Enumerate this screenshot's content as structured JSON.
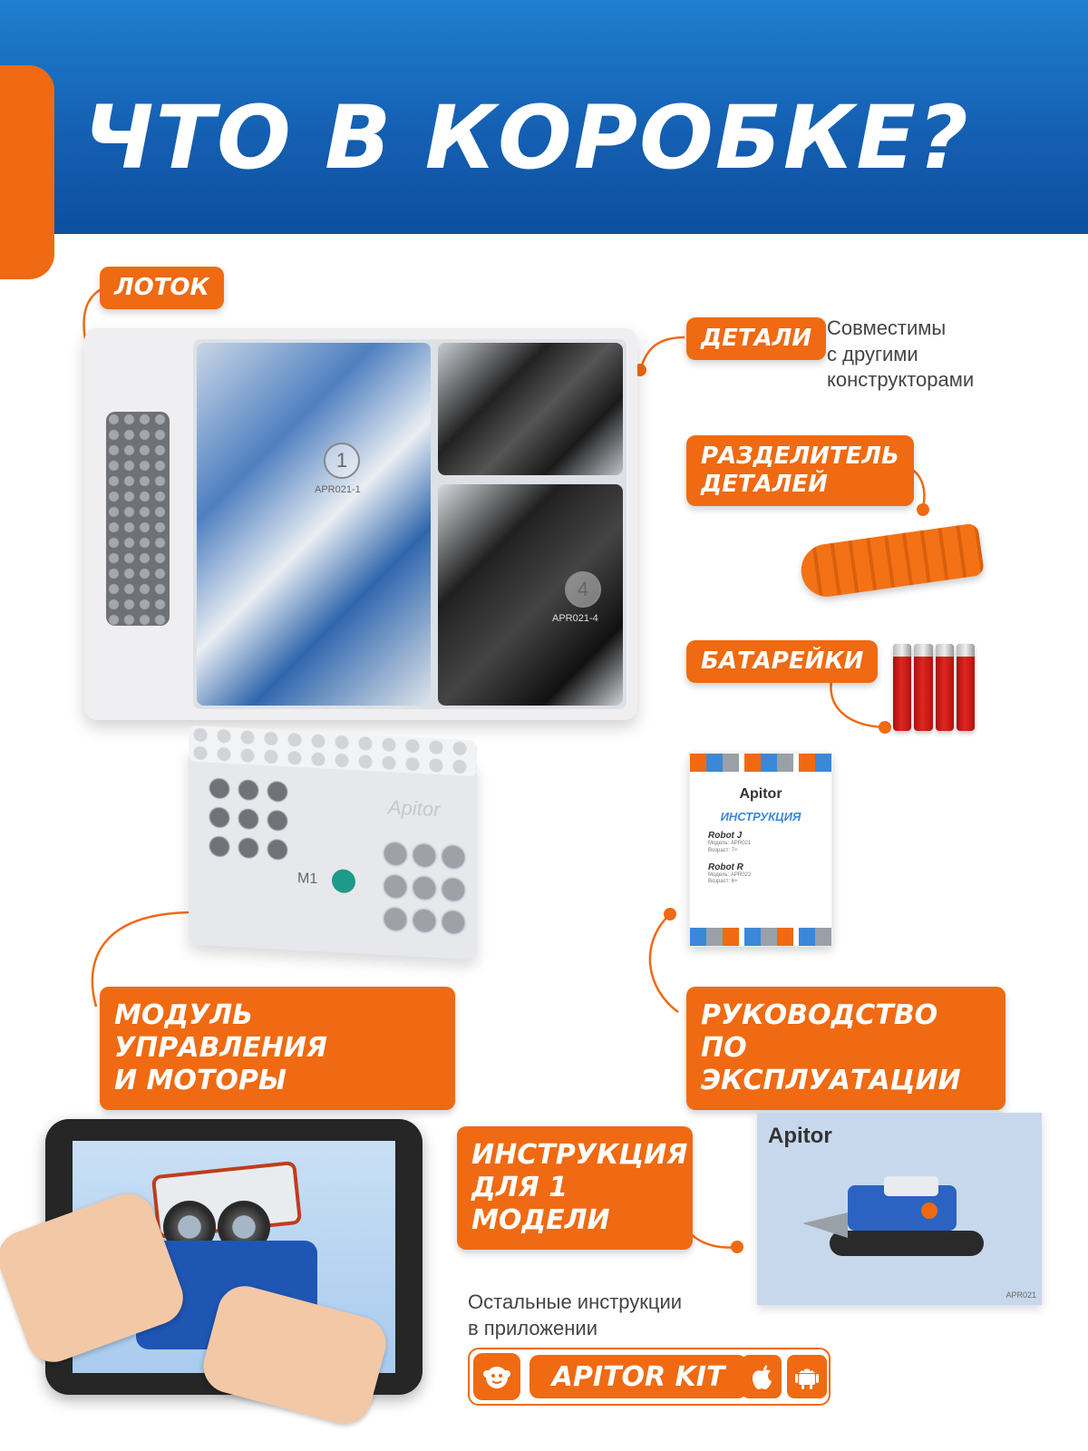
{
  "header": {
    "title": "ЧТО В КОРОБКЕ?",
    "accent_color": "#ef6a12",
    "background_color": "#1560b3"
  },
  "labels": {
    "tray": "ЛОТОК",
    "parts": "ДЕТАЛИ",
    "separator": [
      "РАЗДЕЛИТЕЛЬ",
      "ДЕТАЛЕЙ"
    ],
    "batteries": "БАТАРЕЙКИ",
    "module": [
      "МОДУЛЬ УПРАВЛЕНИЯ",
      "И МОТОРЫ"
    ],
    "manual": [
      "РУКОВОДСТВО",
      "ПО ЭКСПЛУАТАЦИИ"
    ],
    "instruction": [
      "ИНСТРУКЦИЯ",
      "ДЛЯ 1 МОДЕЛИ"
    ]
  },
  "notes": {
    "parts": [
      "Совместимы",
      "с другими",
      "конструкторами"
    ],
    "app": [
      "Остальные инструкции",
      "в приложении"
    ]
  },
  "tray": {
    "bag_numbers": [
      "1",
      "4"
    ],
    "bag_codes": [
      "APR021-1",
      "APR021-4"
    ]
  },
  "module": {
    "brand": "Apitor",
    "port": "M1"
  },
  "booklet": {
    "brand": "Apitor",
    "title": "ИНСТРУКЦИЯ",
    "models": [
      {
        "name": "Robot J",
        "model_line": "Модель: APR021",
        "age_line": "Возраст: 7+"
      },
      {
        "name": "Robot R",
        "model_line": "Модель: APR022",
        "age_line": "Возраст: 6+"
      }
    ]
  },
  "photo": {
    "brand": "Apitor",
    "code": "APR021"
  },
  "app": {
    "name": "APITOR KIT",
    "icons": [
      "monkey-icon",
      "apple-icon",
      "android-icon"
    ]
  }
}
